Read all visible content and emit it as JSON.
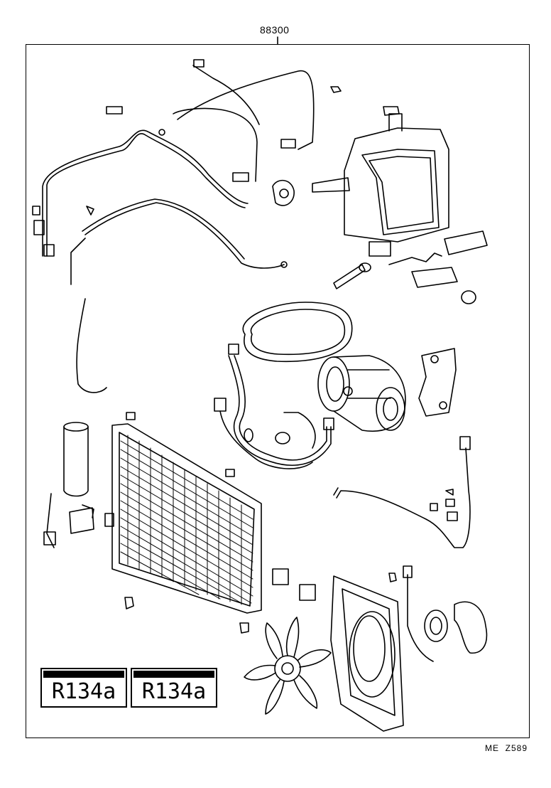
{
  "diagram": {
    "part_number": "88300",
    "refrigerant_labels": [
      "R134a",
      "R134a"
    ],
    "footer_code": "ME  Z589"
  }
}
